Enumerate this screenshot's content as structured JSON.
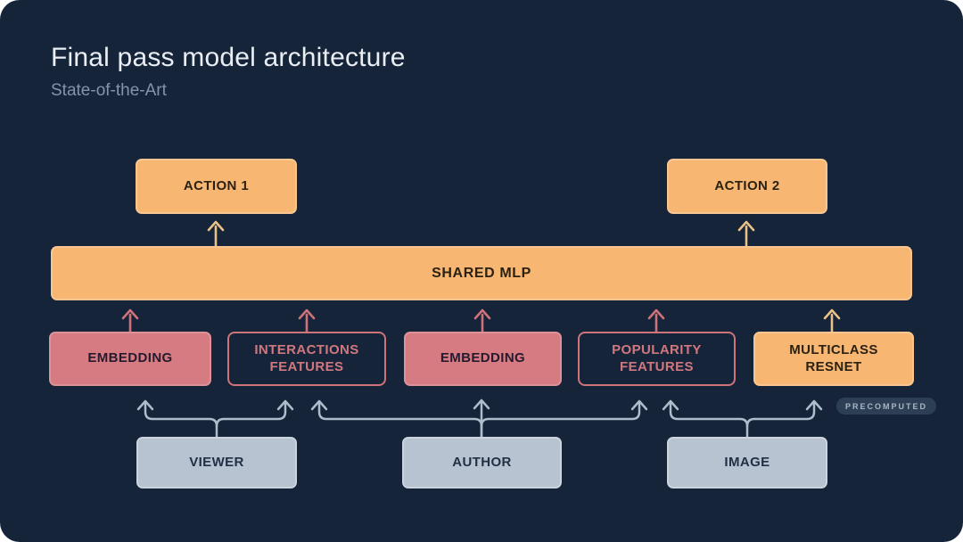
{
  "slide": {
    "title": "Final pass model architecture",
    "subtitle": "State-of-the-Art"
  },
  "colors": {
    "background": "#16243a",
    "title_text": "#e9eef4",
    "subtitle_text": "#8494a8",
    "orange": "#f7b772",
    "orange_text": "#2b2113",
    "rose": "#d57b81",
    "rose_text": "#261a2e",
    "rose_outline": "#cf747b",
    "rose_outline_text": "#d1787f",
    "gray": "#b7c3d0",
    "gray_text": "#223046",
    "arrow_orange": "#e9c189",
    "arrow_rose": "#cf737b",
    "arrow_gray": "#aebdcb",
    "badge_bg": "#2d3f55",
    "badge_text": "#a7b6c4"
  },
  "nodes": {
    "action1": {
      "label": "ACTION 1"
    },
    "action2": {
      "label": "ACTION 2"
    },
    "shared_mlp": {
      "label": "SHARED MLP"
    },
    "embedding1": {
      "label": "EMBEDDING"
    },
    "interactions": {
      "label": "INTERACTIONS FEATURES"
    },
    "embedding2": {
      "label": "EMBEDDING"
    },
    "popularity": {
      "label": "POPULARITY FEATURES"
    },
    "multiclass": {
      "label": "MULTICLASS RESNET"
    },
    "viewer": {
      "label": "VIEWER"
    },
    "author": {
      "label": "AUTHOR"
    },
    "image": {
      "label": "IMAGE"
    }
  },
  "badge": {
    "label": "PRECOMPUTED"
  }
}
